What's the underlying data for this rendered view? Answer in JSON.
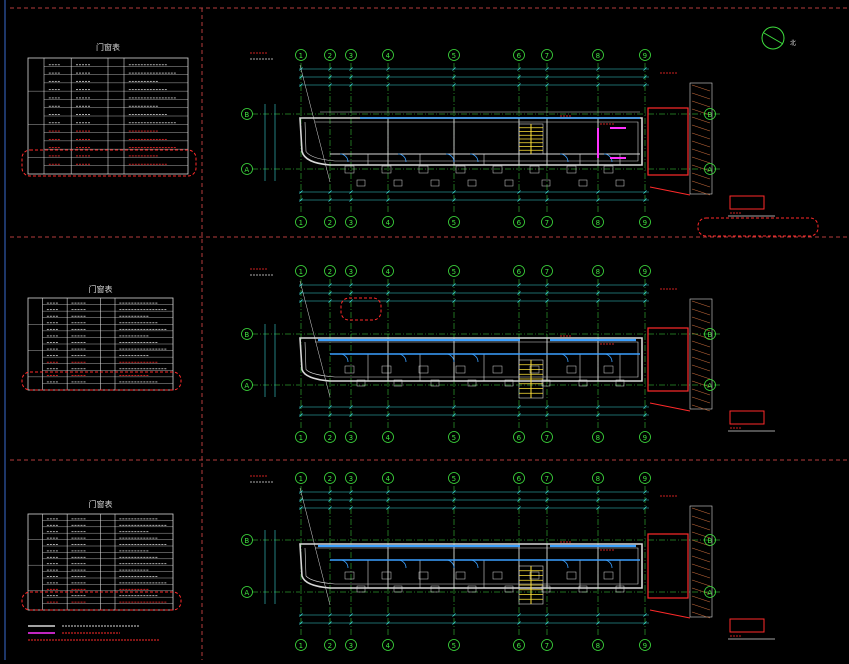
{
  "colors": {
    "background": "#000000",
    "line": "#d8d8d8",
    "axis": "#3fe03f",
    "dim": "#39d3d3",
    "wall": "#3aa0ff",
    "accent": "#ff2a2a",
    "highlight": "#ff33ff",
    "divider": "#b43c3c"
  },
  "schedule_tables": [
    {
      "title": "门窗表"
    },
    {
      "title": "门窗表"
    },
    {
      "title": "门窗表"
    }
  ],
  "grid_labels": [
    "1",
    "2",
    "3",
    "4",
    "5",
    "6",
    "7",
    "8",
    "9"
  ],
  "row_labels": [
    "A",
    "B"
  ]
}
